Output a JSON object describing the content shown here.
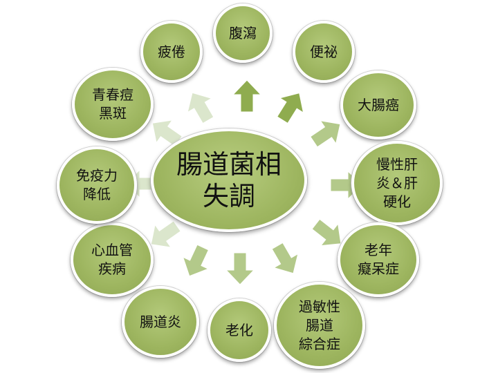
{
  "center": {
    "label": "腸道菌相\n失調"
  },
  "nodes": [
    {
      "id": "diarrhea",
      "label": "腹瀉"
    },
    {
      "id": "constipation",
      "label": "便祕"
    },
    {
      "id": "colon-cancer",
      "label": "大腸癌"
    },
    {
      "id": "hepatitis",
      "label": "慢性肝\n炎＆肝\n硬化"
    },
    {
      "id": "dementia",
      "label": "老年\n癡呆症"
    },
    {
      "id": "ibs",
      "label": "過敏性\n腸道\n綜合症"
    },
    {
      "id": "aging",
      "label": "老化"
    },
    {
      "id": "enteritis",
      "label": "腸道炎"
    },
    {
      "id": "cardio",
      "label": "心血管\n疾病"
    },
    {
      "id": "immunity",
      "label": "免疫力\n降低"
    },
    {
      "id": "acne",
      "label": "青春痘\n黑斑"
    },
    {
      "id": "fatigue",
      "label": "疲倦"
    }
  ],
  "colors": {
    "node_fill": "#9db55f",
    "arrow_dark": "#8fac4f",
    "arrow_mid": "#b3c98a",
    "arrow_light": "#dbe6cc"
  }
}
